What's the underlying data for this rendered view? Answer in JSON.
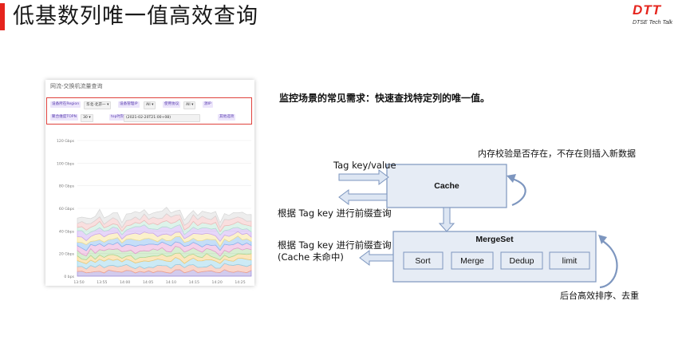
{
  "header": {
    "title": "低基数列唯一值高效查询",
    "accent_color": "#e5241d",
    "logo": {
      "brand": "DTT",
      "tagline": "DTSE Tech Talk"
    }
  },
  "dashboard": {
    "title": "网流-交换机流量查询",
    "filters": [
      {
        "label": "设备所在Region",
        "value": "华北-北京一"
      },
      {
        "label": "设备管理IP",
        "value": "All"
      },
      {
        "label": "使用协议",
        "value": "All"
      },
      {
        "label": "源IP",
        "value": ""
      },
      {
        "label": "聚合维度TOPN",
        "value": "30"
      },
      {
        "label": "top时刻",
        "value": "(2021-02-20T21:00+08)"
      },
      {
        "label": "其他选项",
        "value": ""
      }
    ],
    "chart_data": {
      "type": "area",
      "y_ticks": [
        "120 Gbps",
        "100 Gbps",
        "80 Gbps",
        "60 Gbps",
        "40 Gbps",
        "20 Gbps",
        "0 bps"
      ],
      "x_ticks": [
        "13:50",
        "13:55",
        "14:00",
        "14:05",
        "14:10",
        "14:15",
        "14:20",
        "14:25"
      ],
      "ylim": [
        0,
        120
      ],
      "series_colors": [
        "#9b8bd8",
        "#f4a58a",
        "#8fd0e8",
        "#f6c86b",
        "#a6d99a",
        "#e79ad0",
        "#7fb6f0",
        "#f7e08b",
        "#c7a3f2",
        "#b4e4d0",
        "#f2b8b8",
        "#d6d6d6"
      ]
    }
  },
  "diagram": {
    "heading": "监控场景的常见需求：快速查找特定列的唯一值。",
    "cache_box": "Cache",
    "mergeset_box": "MergeSet",
    "mergeset_steps": [
      "Sort",
      "Merge",
      "Dedup",
      "limit"
    ],
    "input_label": "Tag key/value",
    "cache_query_label": "根据 Tag key 进行前缀查询",
    "mergeset_query_label": "根据 Tag key 进行前缀查询",
    "mergeset_query_note": "(Cache 未命中)",
    "cache_loop_label": "内存校验是否存在，不存在则插入新数据",
    "mergeset_loop_label": "后台高效排序、去重",
    "colors": {
      "box_fill": "#e6ecf5",
      "box_stroke": "#7d96bf",
      "arrow_fill": "#dde6f3",
      "arrow_stroke": "#7d96bf"
    }
  }
}
